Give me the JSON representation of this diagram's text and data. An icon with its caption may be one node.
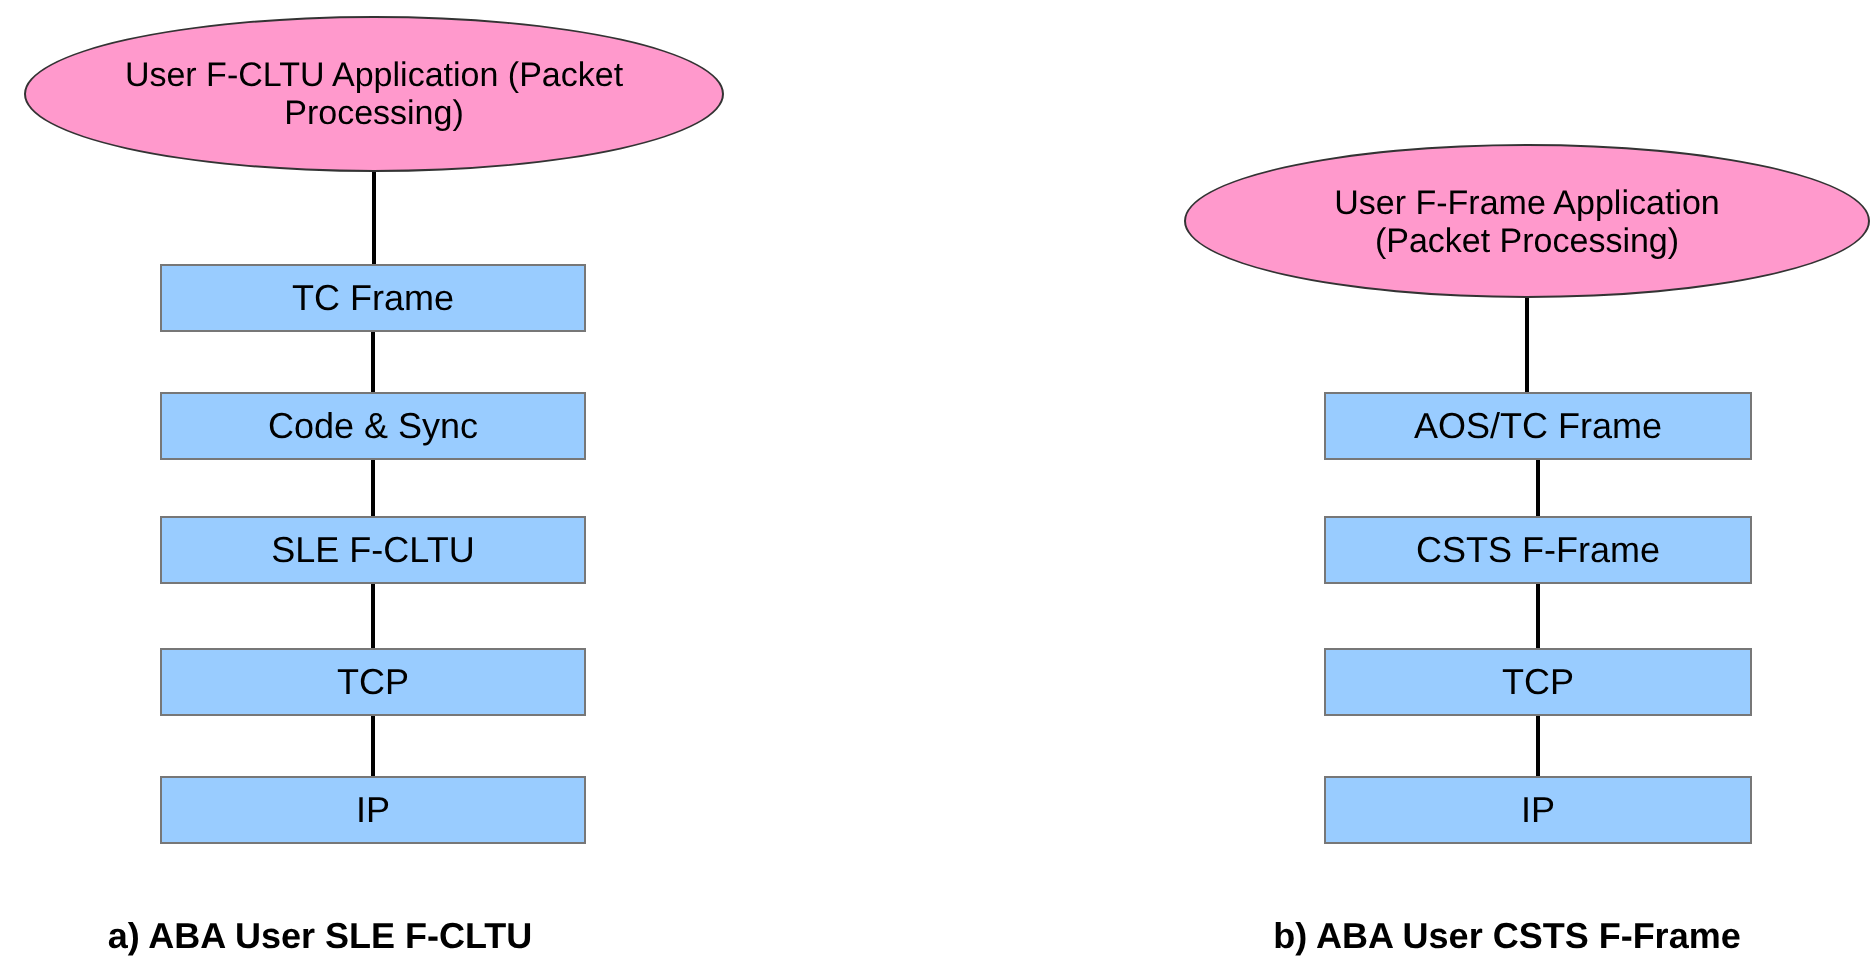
{
  "diagram": {
    "nodes": [
      {
        "text": [
          "User F-CLTU Application (Packet Processing)"
        ]
      },
      {
        "text": [
          "TC Frame"
        ]
      },
      {
        "text": [
          "Code & Sync"
        ]
      },
      {
        "text": [
          "SLE F-CLTU"
        ]
      },
      {
        "text": [
          "TCP"
        ]
      },
      {
        "text": [
          "IP"
        ]
      },
      {
        "text": [
          "User F-Frame Application (Packet Processing)"
        ]
      },
      {
        "text": [
          "AOS/TC Frame"
        ]
      },
      {
        "text": [
          "CSTS F-Frame"
        ]
      },
      {
        "text": [
          "TCP"
        ]
      },
      {
        "text": [
          "IP"
        ]
      }
    ],
    "edges": [
      {
        "from": 0,
        "to": 1,
        "arrow": "none"
      },
      {
        "from": 1,
        "to": 2,
        "arrow": "none"
      },
      {
        "from": 2,
        "to": 3,
        "arrow": "none"
      },
      {
        "from": 3,
        "to": 4,
        "arrow": "none"
      },
      {
        "from": 4,
        "to": 5,
        "arrow": "none"
      },
      {
        "from": 6,
        "to": 7,
        "arrow": "none"
      },
      {
        "from": 7,
        "to": 8,
        "arrow": "none"
      },
      {
        "from": 8,
        "to": 9,
        "arrow": "none"
      },
      {
        "from": 9,
        "to": 10,
        "arrow": "none"
      }
    ],
    "labels": [
      "a) ABA User SLE F-CLTU",
      "b) ABA User CSTS F-Frame"
    ]
  }
}
